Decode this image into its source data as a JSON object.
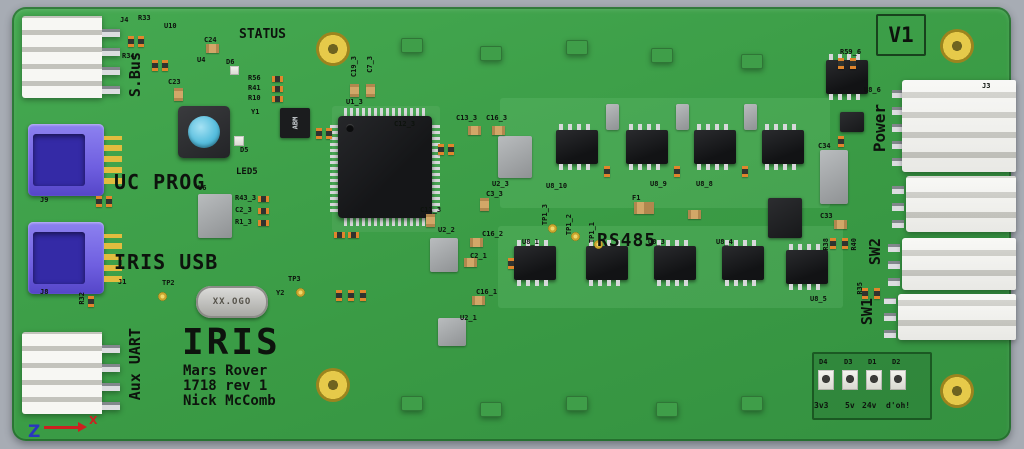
{
  "board": {
    "version": "V1",
    "labels": {
      "status": "STATUS",
      "rs485": "RS485",
      "uc_prog": "UC PROG",
      "iris_usb": "IRIS USB",
      "sbus": "S.Bus",
      "aux_uart": "Aux UART",
      "power": "Power",
      "sw1": "SW1",
      "sw2": "SW2",
      "led5": "LED5"
    },
    "markings": {
      "crystal": "XX.OGO",
      "oscillator": "ABM"
    },
    "title_block": {
      "name": "IRIS",
      "product": "Mars Rover",
      "revision": "1718 rev 1",
      "author": "Nick McComb"
    },
    "power_leds": {
      "refs": [
        "D4",
        "D3",
        "D1",
        "D2"
      ],
      "labels": [
        "3v3",
        "5v",
        "24v",
        "d'oh!"
      ]
    }
  },
  "d": {
    "j4": "J4",
    "r33": "R33",
    "u10": "U10",
    "r34": "R34",
    "c24": "C24",
    "u4": "U4",
    "d6": "D6",
    "c23": "C23",
    "r56": "R56",
    "r41": "R41",
    "r10": "R10",
    "y1": "Y1",
    "d5": "D5",
    "u6": "U6",
    "u1_3": "U1_3",
    "c19_3": "C19_3",
    "c7_3": "C7_3",
    "c12_3": "C12_3",
    "c13_3": "C13_3",
    "c16_3": "C16_3",
    "u2_3": "U2_3",
    "r43_3": "R43_3",
    "c2_3": "C2_3",
    "r1_3": "R1_3",
    "j9": "J9",
    "j8": "J8",
    "j1": "J1",
    "r32": "R32",
    "tp2": "TP2",
    "tp3": "TP3",
    "y2": "Y2",
    "c3_3": "C3_3",
    "c11_3": "C11_3",
    "u2_2": "U2_2",
    "c16_2": "C16_2",
    "c2_1": "C2_1",
    "c16_1": "C16_1",
    "u2_1": "U2_1",
    "tp1_1": "TP1_1",
    "tp1_2": "TP1_2",
    "tp1_3": "TP1_3",
    "u8_1": "U8_1",
    "u8_3": "U8_3",
    "u8_4": "U8_4",
    "u8_5": "U8_5",
    "u8_6": "U8_6",
    "u8_8": "U8_8",
    "u8_9": "U8_9",
    "u8_10": "U8_10",
    "r59_6": "R59_6",
    "c33": "C33",
    "c34": "C34",
    "f1": "F1",
    "j3": "J3",
    "r38": "R38",
    "r40": "R40",
    "r35": "R35"
  },
  "axis": {
    "x": "X",
    "z": "Z"
  },
  "colors": {
    "board": "#3ea24a",
    "silkscreen": "#0d130d",
    "gold": "#e6ca4a",
    "connector": "#f2f2ee",
    "usb": "#7668e8",
    "background": "#a7acb4"
  }
}
